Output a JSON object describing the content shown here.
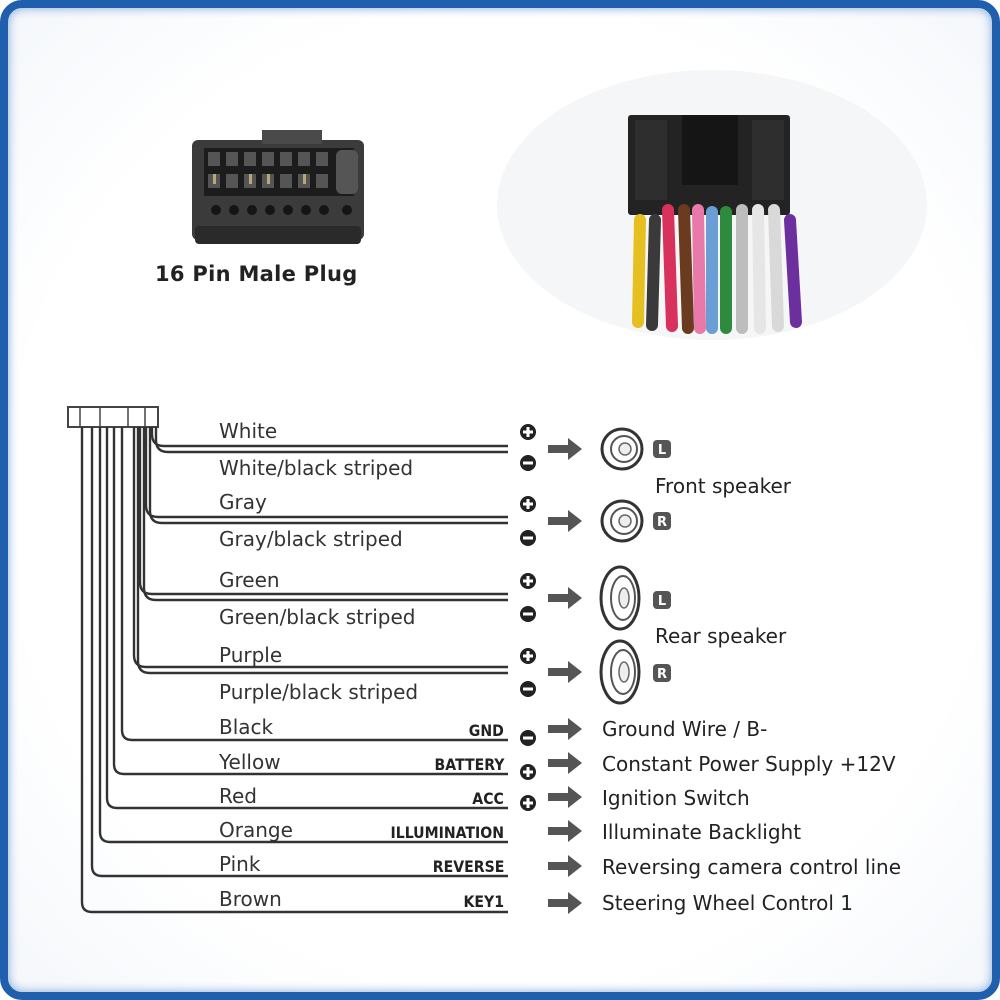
{
  "plug": {
    "caption": "16 Pin Male Plug"
  },
  "wires": [
    {
      "name": "White",
      "polarity": "+"
    },
    {
      "name": "White/black striped",
      "polarity": "-"
    },
    {
      "name": "Gray",
      "polarity": "+"
    },
    {
      "name": "Gray/black striped",
      "polarity": "-"
    },
    {
      "name": "Green",
      "polarity": "+"
    },
    {
      "name": "Green/black striped",
      "polarity": "-"
    },
    {
      "name": "Purple",
      "polarity": "+"
    },
    {
      "name": "Purple/black striped",
      "polarity": "-"
    },
    {
      "name": "Black",
      "function": "GND",
      "polarity": "-",
      "description": "Ground Wire / B-"
    },
    {
      "name": "Yellow",
      "function": "BATTERY",
      "polarity": "+",
      "description": "Constant Power Supply +12V"
    },
    {
      "name": "Red",
      "function": "ACC",
      "polarity": "+",
      "description": "Ignition Switch"
    },
    {
      "name": "Orange",
      "function": "ILLUMINATION",
      "description": "Illuminate Backlight"
    },
    {
      "name": "Pink",
      "function": "REVERSE",
      "description": "Reversing camera control line"
    },
    {
      "name": "Brown",
      "function": "KEY1",
      "description": "Steering Wheel Control 1"
    }
  ],
  "speakers": {
    "front_label": "Front speaker",
    "rear_label": "Rear speaker",
    "left_badge": "L",
    "right_badge": "R"
  },
  "colors": {
    "frame": "#1f5fae",
    "line": "#333333",
    "arrow": "#555555"
  }
}
